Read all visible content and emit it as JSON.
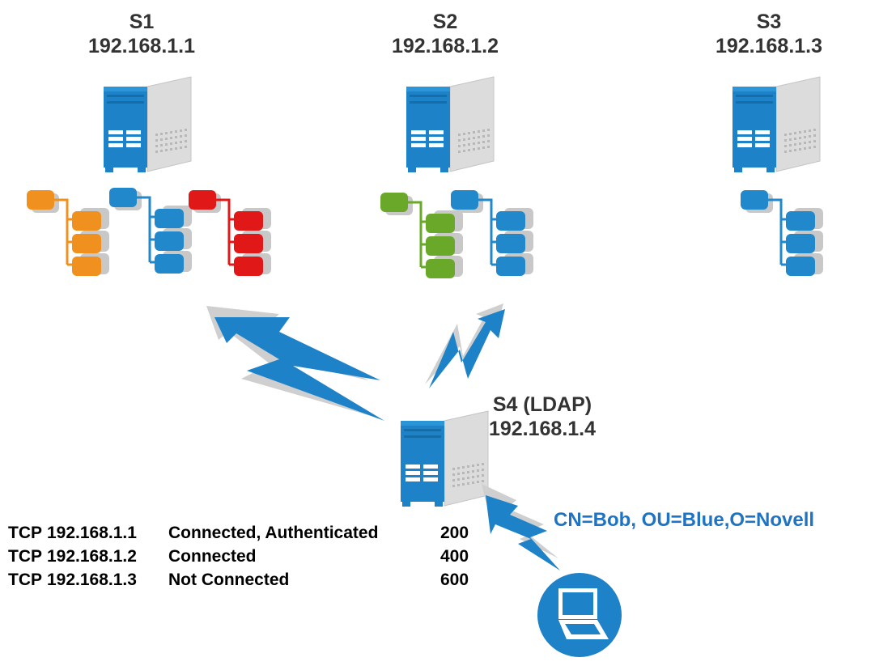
{
  "servers": [
    {
      "name": "S1",
      "ip": "192.168.1.1",
      "trees": [
        "orange",
        "blue",
        "red"
      ]
    },
    {
      "name": "S2",
      "ip": "192.168.1.2",
      "trees": [
        "green",
        "blue"
      ]
    },
    {
      "name": "S3",
      "ip": "192.168.1.3",
      "trees": [
        "blue"
      ]
    }
  ],
  "ldap_server": {
    "name": "S4 (LDAP)",
    "ip": "192.168.1.4"
  },
  "client_identity": "CN=Bob, OU=Blue,O=Novell",
  "connections": [
    {
      "protocol": "TCP",
      "ip": "192.168.1.1",
      "status": "Connected, Authenticated",
      "value": "200"
    },
    {
      "protocol": "TCP",
      "ip": "192.168.1.2",
      "status": "Connected",
      "value": "400"
    },
    {
      "protocol": "TCP",
      "ip": "192.168.1.3",
      "status": "Not Connected",
      "value": "600"
    }
  ],
  "colors": {
    "server_blue": "#1e82c8",
    "server_gray": "#d8d8d8",
    "orange": "#f0901e",
    "blue": "#2288cc",
    "red": "#e01818",
    "green": "#6aa82a",
    "identity_text": "#1f73c3"
  },
  "icons": [
    "server-icon",
    "directory-tree-icon",
    "lightning-arrow-icon",
    "laptop-icon"
  ]
}
